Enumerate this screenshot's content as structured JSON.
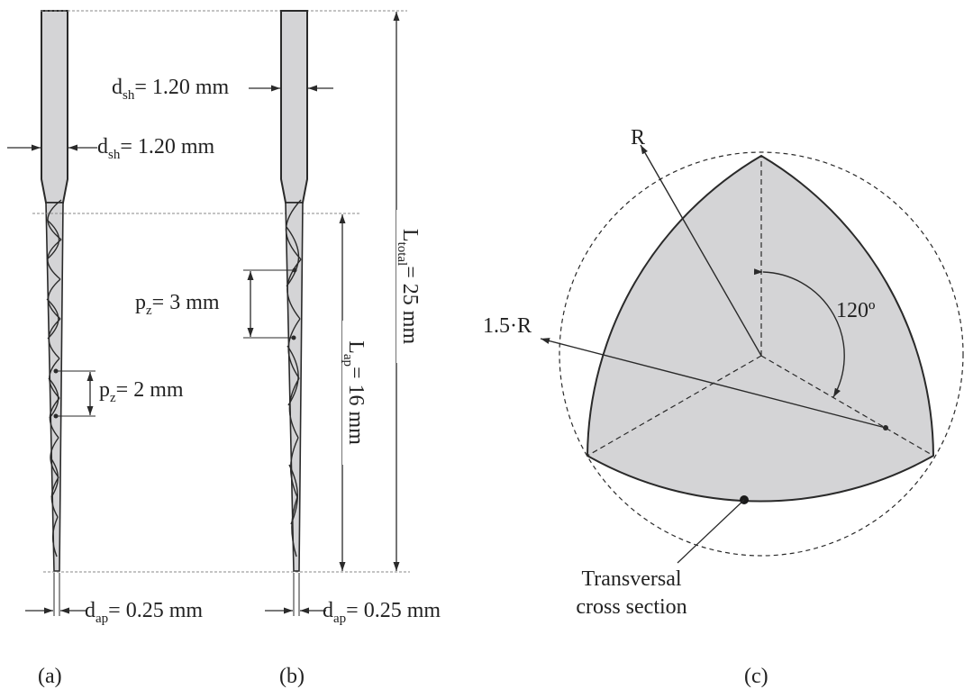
{
  "colors": {
    "fill": "#d4d4d6",
    "stroke": "#2a2a2a",
    "text": "#222222",
    "guide": "#8a8a8a"
  },
  "panel_a": {
    "caption": "(a)",
    "d_sh": {
      "sym": "d",
      "sub": "sh",
      "val": "= 1.20 mm"
    },
    "p_z": {
      "sym": "p",
      "sub": "z",
      "val": "= 2 mm"
    },
    "d_ap": {
      "sym": "d",
      "sub": "ap",
      "val": "= 0.25 mm"
    }
  },
  "panel_b": {
    "caption": "(b)",
    "d_sh": {
      "sym": "d",
      "sub": "sh",
      "val": "= 1.20 mm"
    },
    "p_z": {
      "sym": "p",
      "sub": "z",
      "val": "= 3 mm"
    },
    "d_ap": {
      "sym": "d",
      "sub": "ap",
      "val": "= 0.25 mm"
    },
    "L_total": {
      "sym": "L",
      "sub": "total",
      "val": "= 25 mm"
    },
    "L_ap": {
      "sym": "L",
      "sub": "ap",
      "val": "= 16 mm"
    }
  },
  "panel_c": {
    "caption": "(c)",
    "radius_label": "R",
    "big_radius_label": "1.5·R",
    "angle_label": "120º",
    "section_label_1": "Transversal",
    "section_label_2": "cross section"
  }
}
